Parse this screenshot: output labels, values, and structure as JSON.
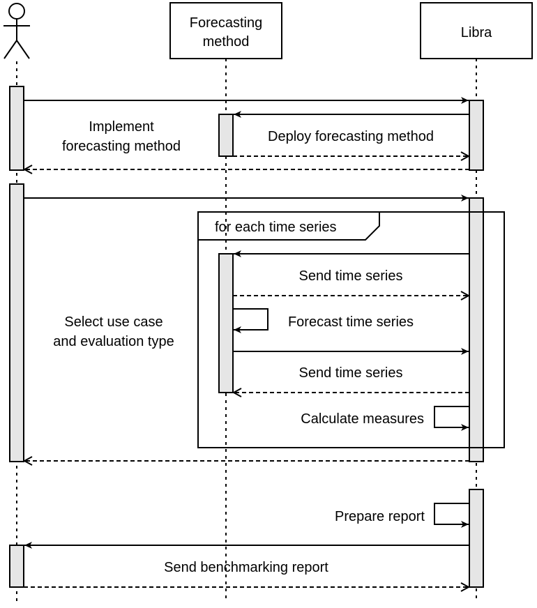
{
  "participants": {
    "forecasting_method": [
      "Forecasting",
      "method"
    ],
    "libra": "Libra"
  },
  "notes": {
    "implement": [
      "Implement",
      "forecasting method"
    ],
    "select": [
      "Select use case",
      "and evaluation type"
    ]
  },
  "messages": {
    "deploy": "Deploy forecasting method",
    "send_series_1": "Send time series",
    "forecast": "Forecast time series",
    "send_series_2": "Send time series",
    "calculate": "Calculate measures",
    "prepare": "Prepare report",
    "send_report": "Send benchmarking report"
  },
  "loop": {
    "label": "for each time series"
  }
}
